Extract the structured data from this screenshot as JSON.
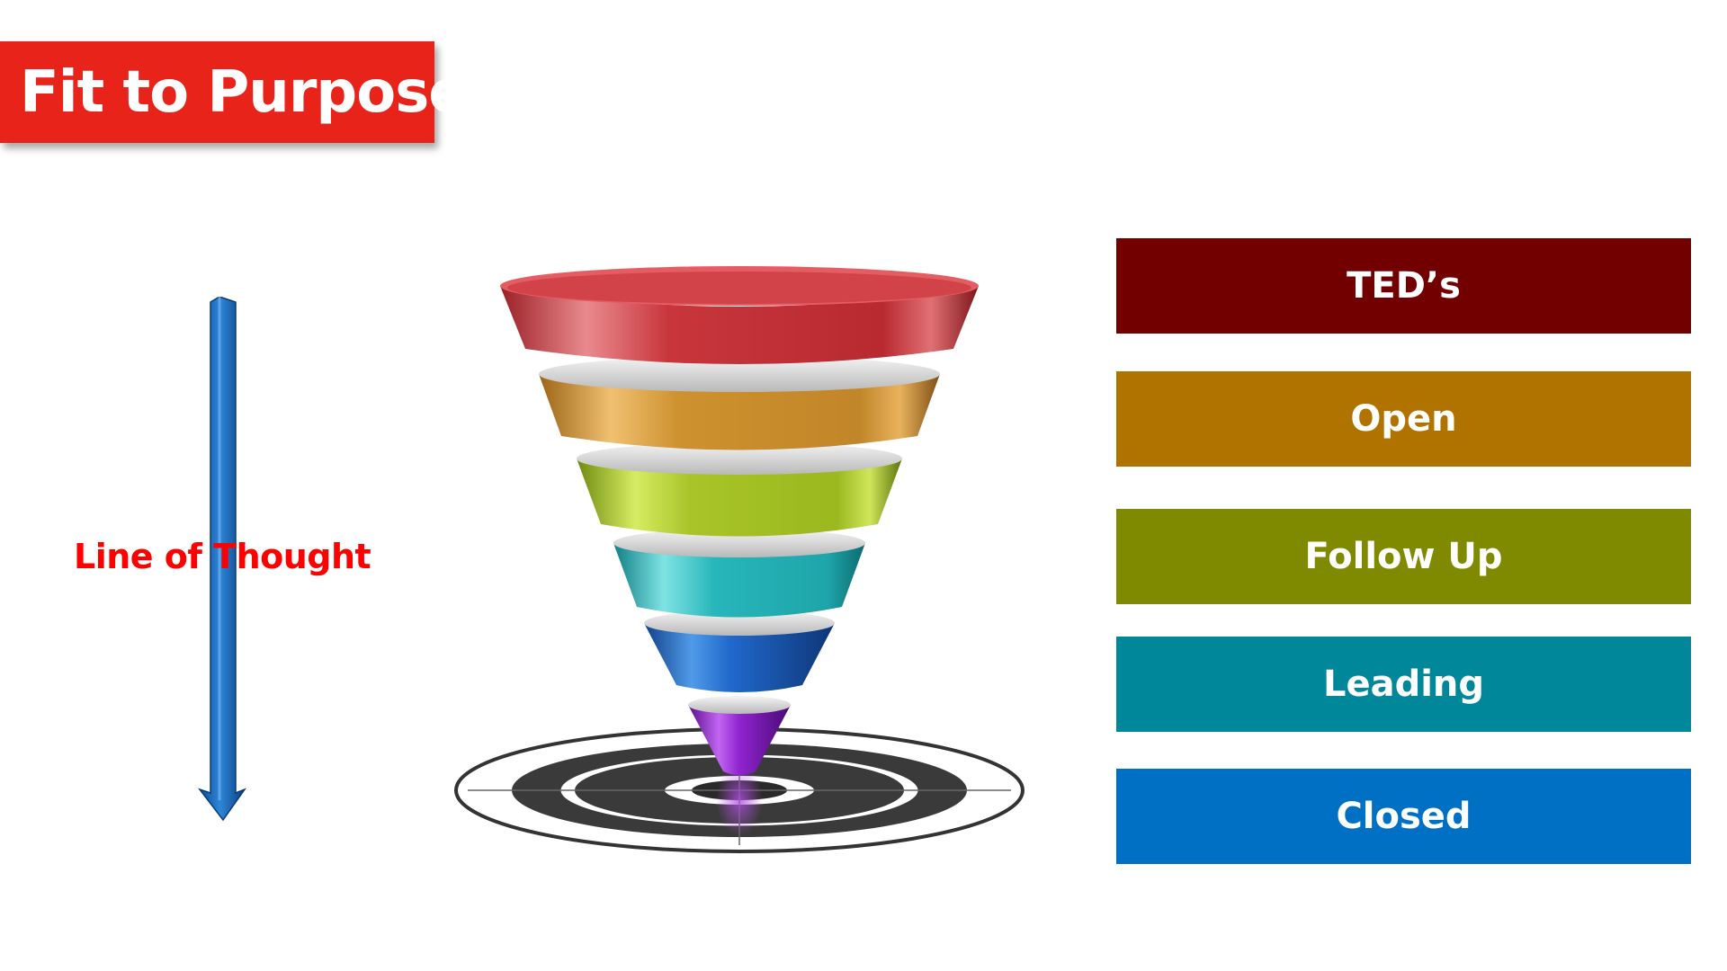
{
  "title": "Fit to Purpose",
  "thought_label": "Line of Thought",
  "stages": [
    {
      "label": "TED’s",
      "color": "#730000"
    },
    {
      "label": "Open",
      "color": "#b07300"
    },
    {
      "label": "Follow Up",
      "color": "#7f8a00"
    },
    {
      "label": "Leading",
      "color": "#00879a"
    },
    {
      "label": "Closed",
      "color": "#0070c4"
    }
  ],
  "colors": {
    "title_background": "#e8231a",
    "thought_label": "#ff0000",
    "arrow": "#1f6fbf",
    "funnel_layers": [
      "#c0343a",
      "#c88a2c",
      "#9fbc22",
      "#22b3b7",
      "#1f69c9",
      "#8a22c9"
    ]
  }
}
